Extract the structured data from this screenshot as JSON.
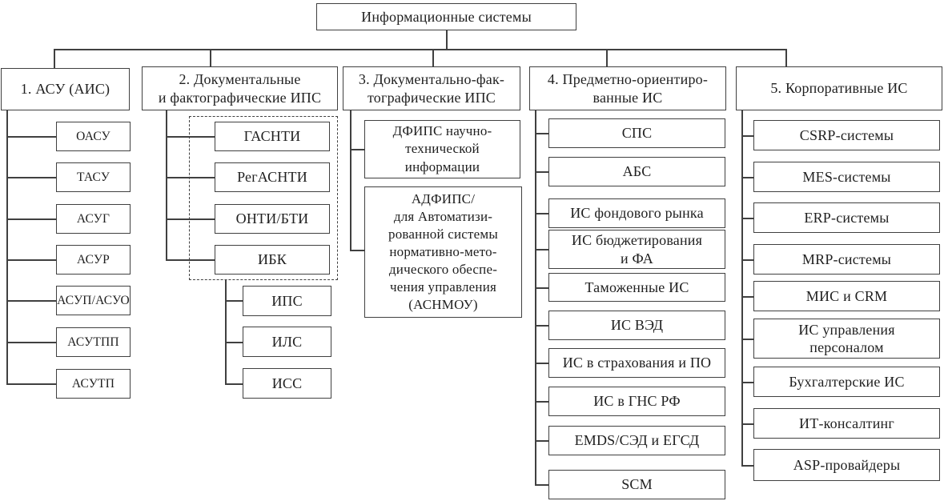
{
  "diagram": {
    "root": "Информационные системы",
    "colors": {
      "line": "#404040",
      "text": "#1f1f1f",
      "background": "#ffffff"
    },
    "columns": [
      {
        "header": "1. АСУ (АИС)",
        "items": [
          "ОАСУ",
          "ТАСУ",
          "АСУГ",
          "АСУР",
          "АСУП/АСУО",
          "АСУТПП",
          "АСУТП"
        ]
      },
      {
        "header": "2. Документальные\nи фактографические ИПС",
        "dashed_items": [
          "ГАСНТИ",
          "РегАСНТИ",
          "ОНТИ/БТИ",
          "ИБК"
        ],
        "sub_items": [
          "ИПС",
          "ИЛС",
          "ИСС"
        ]
      },
      {
        "header": "3. Документально-фак-\nтографические ИПС",
        "items": [
          "ДФИПС научно-\nтехнической\nинформации",
          "АДФИПС/\nдля Автоматизи-\nрованной системы\nнормативно-мето-\nдического обеспе-\nчения управления\n(АСНМОУ)"
        ]
      },
      {
        "header": "4. Предметно-ориентиро-\nванные ИС",
        "items": [
          "СПС",
          "АБС",
          "ИС фондового рынка",
          "ИС бюджетирования\nи ФА",
          "Таможенные ИС",
          "ИС ВЭД",
          "ИС в страхования и ПО",
          "ИС в ГНС РФ",
          "EMDS/СЭД и ЕГСД",
          "SCM"
        ]
      },
      {
        "header": "5. Корпоративные ИС",
        "items": [
          "CSRP-системы",
          "MES-системы",
          "ERP-системы",
          "MRP-системы",
          "МИС и CRM",
          "ИС управления\nперсоналом",
          "Бухгалтерские ИС",
          "ИТ-консалтинг",
          "ASP-провайдеры"
        ]
      }
    ]
  }
}
